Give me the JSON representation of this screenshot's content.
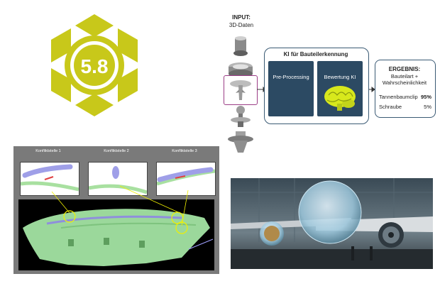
{
  "logo": {
    "version": "5.8",
    "color": "#c8c81a"
  },
  "pipeline": {
    "input_title": "INPUT:",
    "input_subtitle": "3D-Daten",
    "ki_title": "KI für Bauteilerkennung",
    "preprocessing_label": "Pre-Processing",
    "bewertung_label": "Bewertung KI",
    "ergebnis_title": "ERGEBNIS:",
    "ergebnis_sub1": "Bauteilart +",
    "ergebnis_sub2": "Wahrscheinlichkeit",
    "results": [
      {
        "label": "Tannenbaumclip",
        "value": "95%"
      },
      {
        "label": "Schraube",
        "value": "5%"
      }
    ],
    "box_color": "#2c4a63",
    "selection_color": "#9b3d86"
  },
  "conflicts": {
    "labels": [
      "Konfliktstelle 1",
      "Konfliktstelle 2",
      "Konfliktstelle 3"
    ]
  }
}
